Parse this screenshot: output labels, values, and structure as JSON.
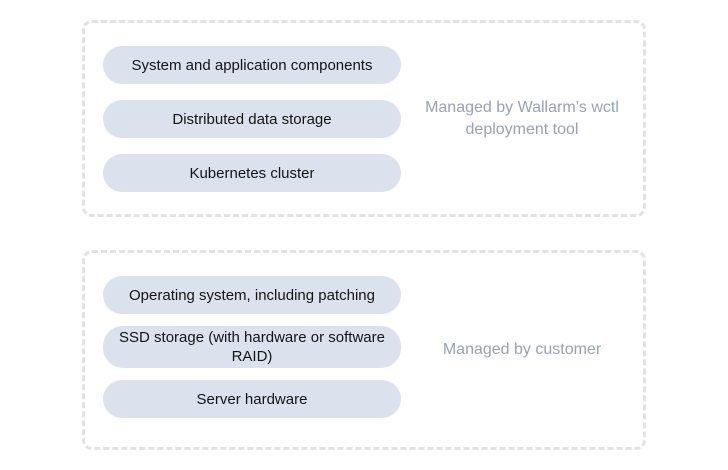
{
  "colors": {
    "background": "#ffffff",
    "pill_bg": "#dbe2ee",
    "pill_text": "#141414",
    "zone_label_text": "#98a2b3",
    "zone_border": "#e3e3e3"
  },
  "zones": [
    {
      "id": "wallarm-managed",
      "label": "Managed by Wallarm’s wctl deployment tool",
      "items": [
        "System and application components",
        "Distributed data storage",
        "Kubernetes cluster"
      ]
    },
    {
      "id": "customer-managed",
      "label": "Managed by customer",
      "items": [
        "Operating system, including patching",
        "SSD storage (with hardware or software RAID)",
        "Server hardware"
      ]
    }
  ]
}
